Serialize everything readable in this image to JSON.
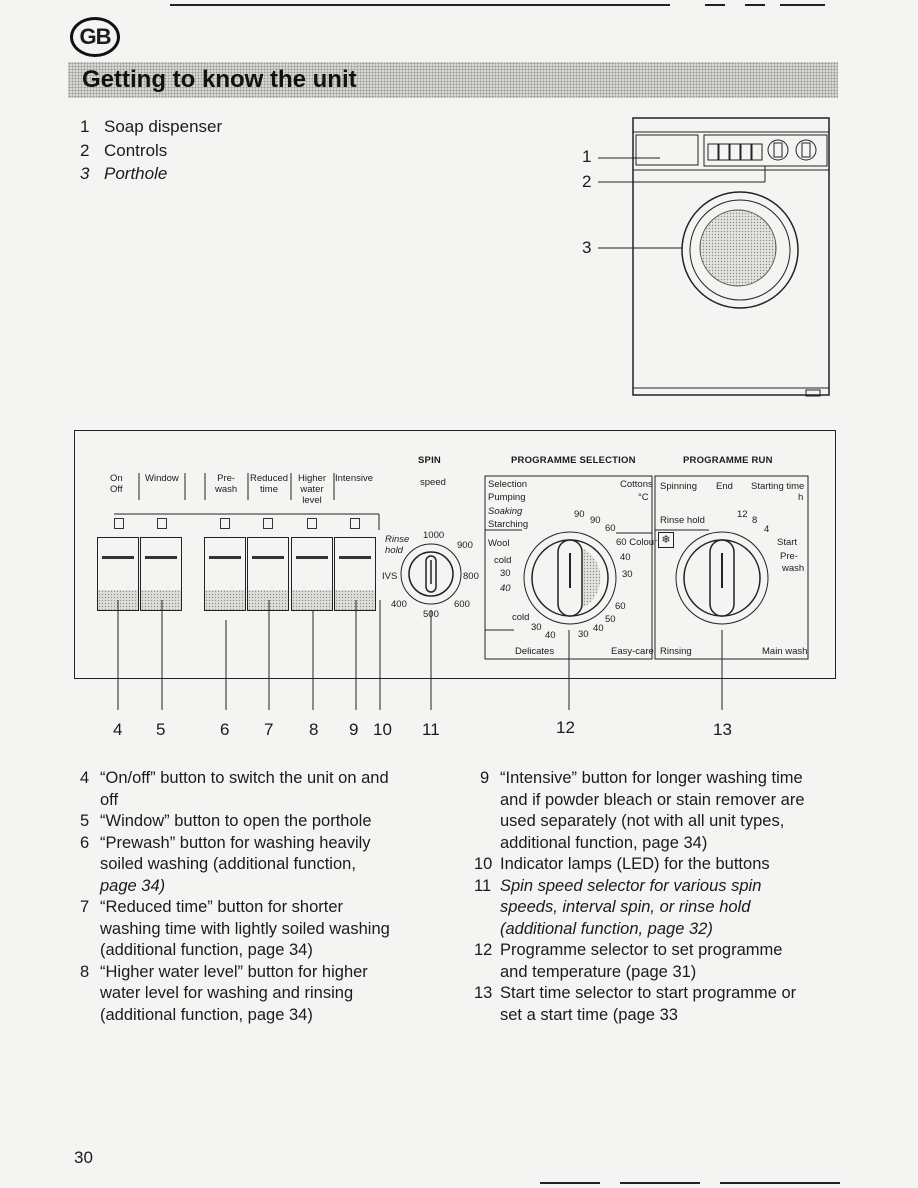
{
  "badge": "GB",
  "title": "Getting to know the unit",
  "parts": [
    {
      "num": "1",
      "label": "Soap dispenser",
      "italic": false
    },
    {
      "num": "2",
      "label": "Controls",
      "italic": false
    },
    {
      "num": "3",
      "label": "Porthole",
      "italic": true
    }
  ],
  "figure_labels": [
    "1",
    "2",
    "3"
  ],
  "panel": {
    "buttons": {
      "on_off": [
        "On",
        "Off"
      ],
      "window": "Window",
      "prewash": [
        "Pre-",
        "wash"
      ],
      "reduced_time": [
        "Reduced",
        "time"
      ],
      "higher_water": [
        "Higher",
        "water",
        "level"
      ],
      "intensive": "Intensive"
    },
    "spin": {
      "heading": "SPIN",
      "subheading": "speed",
      "rinse_hold": [
        "Rinse",
        "hold"
      ],
      "ivs": "IVS",
      "values": [
        "1000",
        "900",
        "800",
        "600",
        "500",
        "400"
      ]
    },
    "programme_selection": {
      "heading": "PROGRAMME SELECTION",
      "left_labels": [
        "Selection",
        "Pumping",
        "Soaking",
        "Starching",
        "Wool",
        "cold",
        "30",
        "40",
        "cold",
        "30",
        "40",
        "Delicates"
      ],
      "right_labels": [
        "Cottons",
        "°C",
        "90",
        "90",
        "60",
        "60 Colour",
        "40",
        "30",
        "60",
        "50",
        "40",
        "30",
        "Easy-care"
      ]
    },
    "programme_run": {
      "heading": "PROGRAMME RUN",
      "labels": [
        "Spinning",
        "End",
        "Starting time",
        "h",
        "Rinse hold",
        "12",
        "8",
        "4",
        "Start",
        "Pre-",
        "wash",
        "Rinsing",
        "Main wash"
      ]
    }
  },
  "callouts": [
    "4",
    "5",
    "6",
    "7",
    "8",
    "9",
    "10",
    "11",
    "12",
    "13"
  ],
  "descriptions_left": [
    {
      "num": "4",
      "lines": [
        "“On/off” button  to switch the unit on and",
        "off"
      ]
    },
    {
      "num": "5",
      "lines": [
        "“Window” button  to open the porthole"
      ]
    },
    {
      "num": "6",
      "lines": [
        "“Prewash” button for washing heavily",
        "soiled washing (additional function,",
        "page 34)"
      ]
    },
    {
      "num": "7",
      "lines": [
        "“Reduced time” button for shorter",
        "washing time with lightly soiled washing",
        "(additional function, page 34)"
      ]
    },
    {
      "num": "8",
      "lines": [
        "“Higher water level” button for higher",
        "water level for washing and rinsing",
        "(additional function, page 34)"
      ]
    }
  ],
  "descriptions_right": [
    {
      "num": "9",
      "italic": false,
      "lines": [
        "“Intensive” button for longer washing time",
        "and if powder bleach or stain remover are",
        "used separately (not with all unit types,",
        "additional function, page 34)"
      ]
    },
    {
      "num": "10",
      "italic": false,
      "lines": [
        "Indicator lamps (LED) for the buttons"
      ]
    },
    {
      "num": "11",
      "italic": true,
      "lines": [
        "Spin speed selector for various spin",
        "speeds, interval spin, or rinse hold",
        "(additional function, page 32)"
      ]
    },
    {
      "num": "12",
      "italic": false,
      "lines": [
        "Programme selector to set programme",
        "and temperature (page 31)"
      ]
    },
    {
      "num": "13",
      "italic": false,
      "lines": [
        "Start time selector to start programme or",
        "set a start time (page 33"
      ]
    }
  ],
  "page_number": "30"
}
